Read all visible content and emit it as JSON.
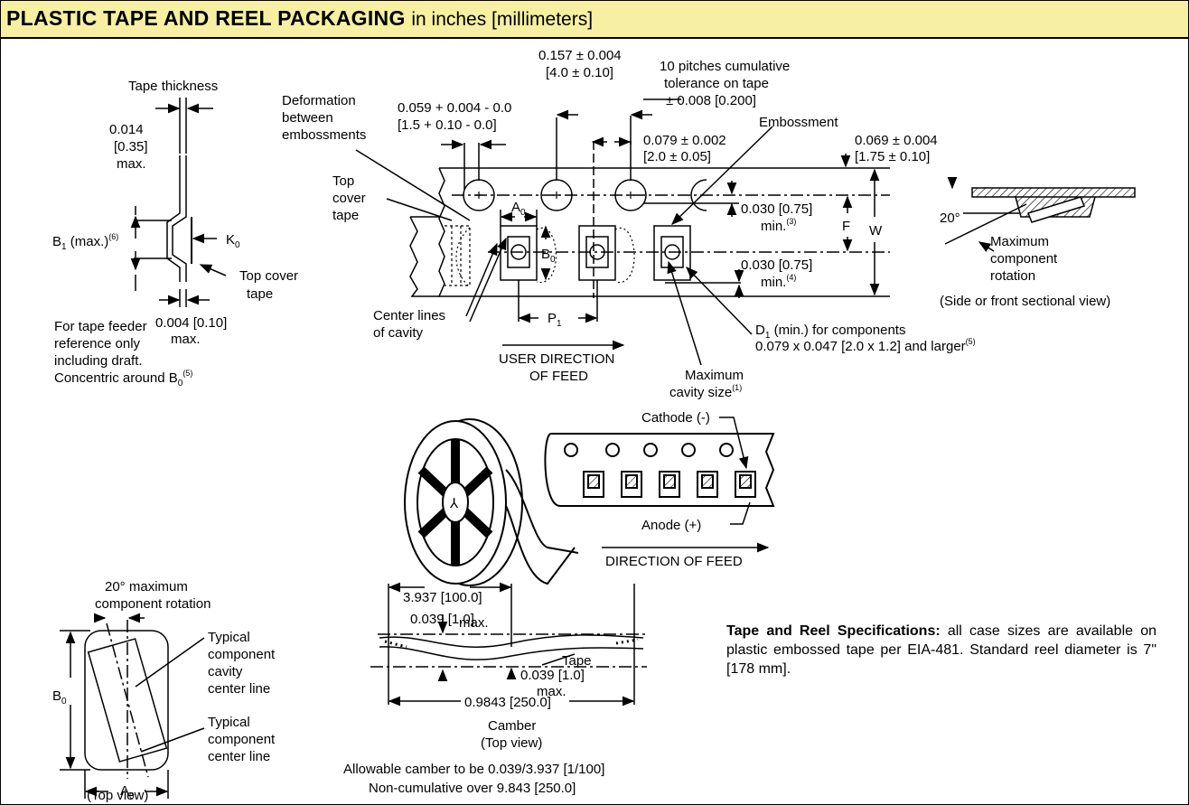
{
  "header": {
    "title_bold": "PLASTIC TAPE AND REEL PACKAGING",
    "title_rest": "in inches [millimeters]",
    "background": "#f7f0a3"
  },
  "tape_section": {
    "tape_thickness": "Tape thickness",
    "thickness_value": [
      "0.014",
      "[0.35]",
      "max."
    ],
    "b1_label": "B",
    "b1_sub": "1",
    "b1_rest": " (max.)",
    "b1_note": "(6)",
    "k0_label": "K",
    "k0_sub": "0",
    "top_cover_tape": [
      "Top cover",
      "tape"
    ],
    "bottom_dim": [
      "0.004 [0.10]",
      "max."
    ],
    "feeder_note": [
      "For tape feeder",
      "reference only",
      "including draft.",
      "Concentric around B"
    ],
    "feeder_sub": "0",
    "feeder_note_ref": "(5)"
  },
  "main_tape": {
    "deformation": [
      "Deformation",
      "between",
      "embossments"
    ],
    "dim_0157": [
      "0.157 ± 0.004",
      "[4.0 ± 0.10]"
    ],
    "pitches": [
      "10 pitches cumulative",
      "tolerance on tape",
      "± 0.008 [0.200]"
    ],
    "dim_0059": [
      "0.059 + 0.004 - 0.0",
      "[1.5 + 0.10 - 0.0]"
    ],
    "embossment": "Embossment",
    "dim_0079": [
      "0.079 ± 0.002",
      "[2.0 ± 0.05]"
    ],
    "dim_0069": [
      "0.069 ± 0.004",
      "[1.75 ± 0.10]"
    ],
    "top_cover": [
      "Top",
      "cover",
      "tape"
    ],
    "a0": "A",
    "a0_sub": "0",
    "b0": "B",
    "b0_sub": "0",
    "dim_0030_top": [
      "0.030 [0.75]",
      "min."
    ],
    "dim_0030_top_ref": "(3)",
    "f_label": "F",
    "w_label": "W",
    "dim_0030_bot": [
      "0.030 [0.75]",
      "min."
    ],
    "dim_0030_bot_ref": "(4)",
    "center_lines": [
      "Center lines",
      "of cavity"
    ],
    "p1": "P",
    "p1_sub": "1",
    "d1_label": "D",
    "d1_sub": "1",
    "d1_rest": " (min.) for components",
    "d1_line2": "0.079 x 0.047 [2.0 x 1.2] and larger",
    "d1_ref": "(5)",
    "user_direction": [
      "USER DIRECTION",
      "OF FEED"
    ],
    "max_cavity": [
      "Maximum",
      "cavity size"
    ],
    "max_cavity_ref": "(1)"
  },
  "side_view": {
    "angle": "20°",
    "max_rotation": [
      "Maximum",
      "component",
      "rotation"
    ],
    "caption": "(Side or front sectional view)"
  },
  "reel": {
    "cathode": "Cathode (-)",
    "anode": "Anode (+)",
    "direction": "DIRECTION OF FEED"
  },
  "camber": {
    "dim_3937": "3.937 [100.0]",
    "dim_0039_top": [
      "0.039 [1.0]",
      "max."
    ],
    "tape_label": "Tape",
    "dim_0039_bot": [
      "0.039 [1.0]",
      "max."
    ],
    "dim_09843": "0.9843 [250.0]",
    "caption": [
      "Camber",
      "(Top view)"
    ],
    "note": [
      "Allowable camber to be 0.039/3.937 [1/100]",
      "Non-cumulative over 9.843 [250.0]"
    ]
  },
  "rotation_view": {
    "title": [
      "20° maximum",
      "component rotation"
    ],
    "cavity_center": [
      "Typical",
      "component",
      "cavity",
      "center line"
    ],
    "component_center": [
      "Typical",
      "component",
      "center line"
    ],
    "b0": "B",
    "b0_sub": "0",
    "a0": "A",
    "a0_sub": "0",
    "caption": "(Top view)"
  },
  "specs": {
    "bold": "Tape and Reel Specifications:",
    "text": " all case sizes are available on plastic embossed tape per EIA-481. Standard reel diameter is 7\" [178 mm]."
  }
}
